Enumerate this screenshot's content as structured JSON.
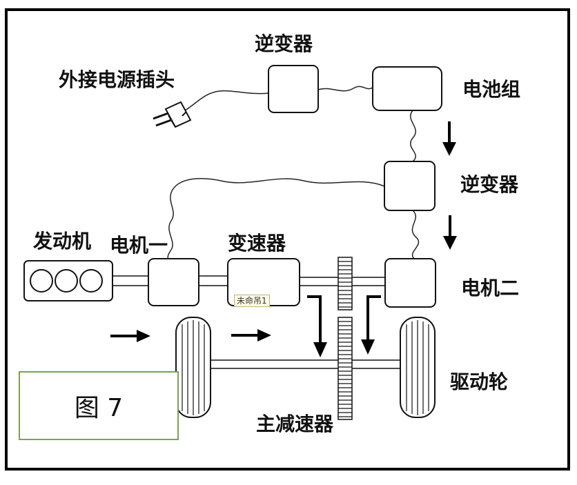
{
  "labels": {
    "inverter_top": "逆变器",
    "external_plug": "外接电源插头",
    "battery_pack": "电池组",
    "inverter_mid": "逆变器",
    "engine": "发动机",
    "motor_one": "电机一",
    "transmission": "变速器",
    "motor_two": "电机二",
    "drive_wheel": "驱动轮",
    "final_drive": "主减速器"
  },
  "tag_text": "未命吊1",
  "figure_label": "图 7"
}
